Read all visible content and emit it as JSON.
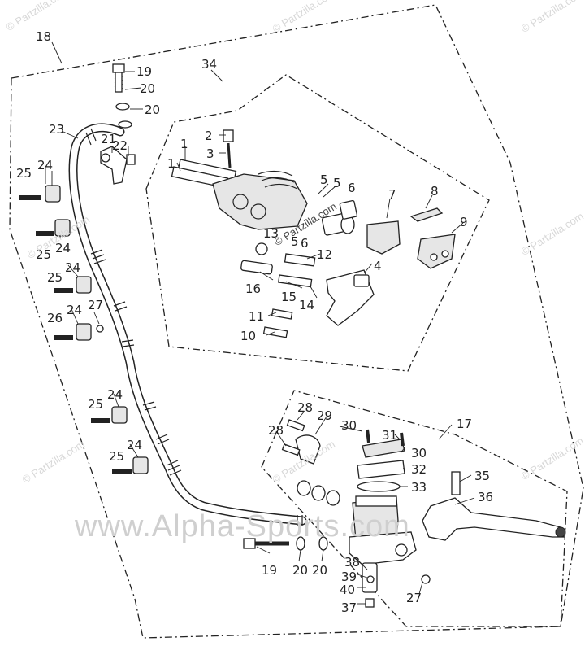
{
  "watermarks": {
    "partzilla": "© Partzilla.com",
    "alpha": "www.Alpha-Sports.com"
  },
  "callouts": {
    "c1a": "1",
    "c1b": "1",
    "c2": "2",
    "c3": "3",
    "c4": "4",
    "c5a": "5",
    "c5b": "5",
    "c5c": "5",
    "c6a": "6",
    "c6b": "6",
    "c7": "7",
    "c8": "8",
    "c9": "9",
    "c10": "10",
    "c11": "11",
    "c12": "12",
    "c13": "13",
    "c14": "14",
    "c15": "15",
    "c16": "16",
    "c17": "17",
    "c18": "18",
    "c19a": "19",
    "c19b": "19",
    "c20a": "20",
    "c20b": "20",
    "c20c": "20",
    "c20d": "20",
    "c21": "21",
    "c22": "22",
    "c23": "23",
    "c24a": "24",
    "c24b": "24",
    "c24c": "24",
    "c24d": "24",
    "c24e": "24",
    "c24f": "24",
    "c25a": "25",
    "c25b": "25",
    "c25c": "25",
    "c25d": "25",
    "c25e": "25",
    "c26": "26",
    "c27a": "27",
    "c27b": "27",
    "c28a": "28",
    "c28b": "28",
    "c29": "29",
    "c30a": "30",
    "c30b": "30",
    "c31": "31",
    "c32": "32",
    "c33": "33",
    "c34": "34",
    "c35": "35",
    "c36": "36",
    "c37": "37",
    "c38": "38",
    "c39": "39",
    "c40": "40"
  }
}
